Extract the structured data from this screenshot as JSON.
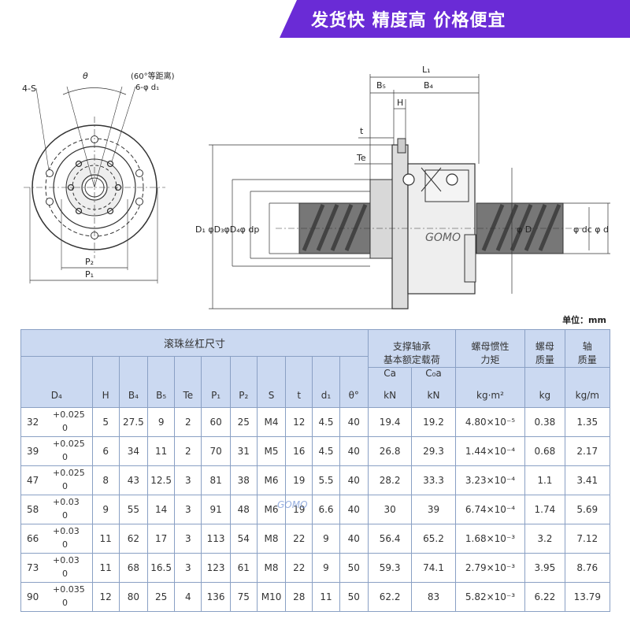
{
  "banner": {
    "text": "发货快 精度高 价格便宜"
  },
  "drawing_labels": {
    "theta": "θ",
    "four_s": "4-S",
    "pitch_note": "(60°等距离)",
    "six_d1": "6-φ d₁",
    "p2": "P₂",
    "p1": "P₁",
    "l1": "L₁",
    "b5": "B₅",
    "b4": "B₄",
    "h": "H",
    "t": "t",
    "te": "Te",
    "left_diams": "D₁ φD₃φD₄φ dp",
    "phi_d_center": "φ D",
    "right_diams": "φ dc φ d",
    "watermark": "GOMO"
  },
  "unit": "单位：mm",
  "table": {
    "group_title": "滚珠丝杠尺寸",
    "bearing_title": "支撑轴承\n基本额定载荷",
    "inertia_title": "螺母惯性\n力矩",
    "nut_mass_title": "螺母\n质量",
    "shaft_mass_title": "轴\n质量",
    "col_d4": "D₄",
    "col_h": "H",
    "col_b4": "B₄",
    "col_b5": "B₅",
    "col_te": "Te",
    "col_p1": "P₁",
    "col_p2": "P₂",
    "col_s": "S",
    "col_t": "t",
    "col_d1": "d₁",
    "col_theta": "θ°",
    "col_ca": "Ca",
    "col_coa": "C₀a",
    "unit_kn1": "kN",
    "unit_kn2": "kN",
    "unit_inertia": "kg·m²",
    "unit_kg": "kg",
    "unit_kgm": "kg/m",
    "rows": [
      {
        "d4": "32",
        "tol_u": "+0.025",
        "tol_l": "0",
        "h": "5",
        "b4": "27.5",
        "b5": "9",
        "te": "2",
        "p1": "60",
        "p2": "25",
        "s": "M4",
        "t": "12",
        "d1": "4.5",
        "theta": "40",
        "ca": "19.4",
        "coa": "19.2",
        "inertia": "4.80×10⁻⁵",
        "nut_mass": "0.38",
        "shaft_mass": "1.35"
      },
      {
        "d4": "39",
        "tol_u": "+0.025",
        "tol_l": "0",
        "h": "6",
        "b4": "34",
        "b5": "11",
        "te": "2",
        "p1": "70",
        "p2": "31",
        "s": "M5",
        "t": "16",
        "d1": "4.5",
        "theta": "40",
        "ca": "26.8",
        "coa": "29.3",
        "inertia": "1.44×10⁻⁴",
        "nut_mass": "0.68",
        "shaft_mass": "2.17"
      },
      {
        "d4": "47",
        "tol_u": "+0.025",
        "tol_l": "0",
        "h": "8",
        "b4": "43",
        "b5": "12.5",
        "te": "3",
        "p1": "81",
        "p2": "38",
        "s": "M6",
        "t": "19",
        "d1": "5.5",
        "theta": "40",
        "ca": "28.2",
        "coa": "33.3",
        "inertia": "3.23×10⁻⁴",
        "nut_mass": "1.1",
        "shaft_mass": "3.41"
      },
      {
        "d4": "58",
        "tol_u": "+0.03",
        "tol_l": "0",
        "h": "9",
        "b4": "55",
        "b5": "14",
        "te": "3",
        "p1": "91",
        "p2": "48",
        "s": "M6",
        "t": "19",
        "d1": "6.6",
        "theta": "40",
        "ca": "30",
        "coa": "39",
        "inertia": "6.74×10⁻⁴",
        "nut_mass": "1.74",
        "shaft_mass": "5.69"
      },
      {
        "d4": "66",
        "tol_u": "+0.03",
        "tol_l": "0",
        "h": "11",
        "b4": "62",
        "b5": "17",
        "te": "3",
        "p1": "113",
        "p2": "54",
        "s": "M8",
        "t": "22",
        "d1": "9",
        "theta": "40",
        "ca": "56.4",
        "coa": "65.2",
        "inertia": "1.68×10⁻³",
        "nut_mass": "3.2",
        "shaft_mass": "7.12"
      },
      {
        "d4": "73",
        "tol_u": "+0.03",
        "tol_l": "0",
        "h": "11",
        "b4": "68",
        "b5": "16.5",
        "te": "3",
        "p1": "123",
        "p2": "61",
        "s": "M8",
        "t": "22",
        "d1": "9",
        "theta": "50",
        "ca": "59.3",
        "coa": "74.1",
        "inertia": "2.79×10⁻³",
        "nut_mass": "3.95",
        "shaft_mass": "8.76"
      },
      {
        "d4": "90",
        "tol_u": "+0.035",
        "tol_l": "0",
        "h": "12",
        "b4": "80",
        "b5": "25",
        "te": "4",
        "p1": "136",
        "p2": "75",
        "s": "M10",
        "t": "28",
        "d1": "11",
        "theta": "50",
        "ca": "62.2",
        "coa": "83",
        "inertia": "5.82×10⁻³",
        "nut_mass": "6.22",
        "shaft_mass": "13.79"
      }
    ]
  }
}
